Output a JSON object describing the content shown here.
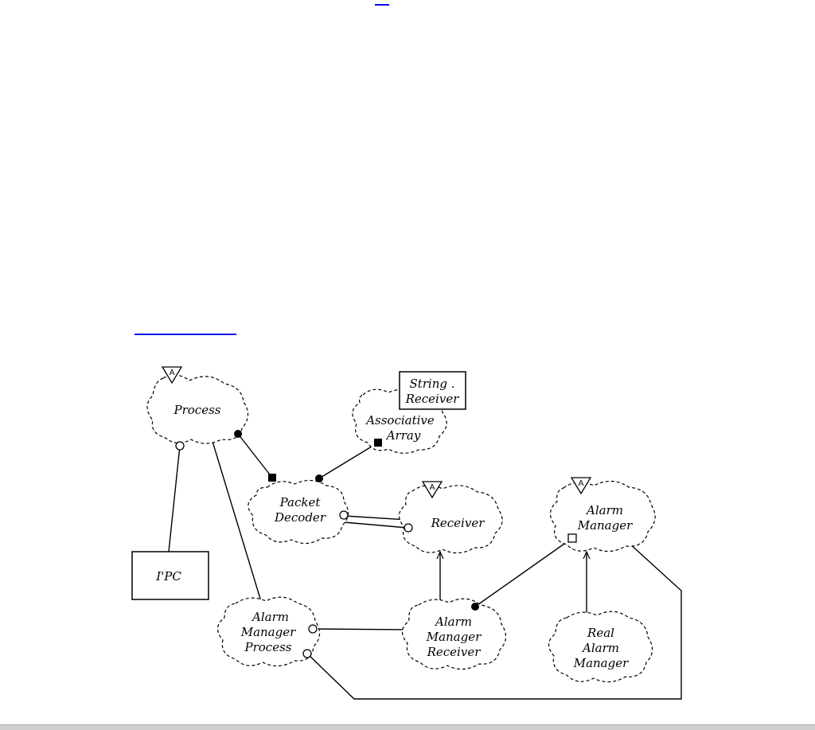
{
  "links": {
    "top_link_text": "",
    "figure_link_text": ""
  },
  "diagram": {
    "abstract_marker": "A",
    "classes": {
      "process": [
        "Process"
      ],
      "string_receiver": [
        "String .",
        "Receiver"
      ],
      "associative_array": [
        "Associative",
        "Array"
      ],
      "packet_decoder": [
        "Packet",
        "Decoder"
      ],
      "receiver": [
        "Receiver"
      ],
      "alarm_manager": [
        "Alarm",
        "Manager"
      ],
      "ipc": [
        "I'PC"
      ],
      "alarm_manager_process": [
        "Alarm",
        "Manager",
        "Process"
      ],
      "alarm_manager_receiver": [
        "Alarm",
        "Manager",
        "Receiver"
      ],
      "real_alarm_manager": [
        "Real",
        "Alarm",
        "Manager"
      ]
    }
  }
}
